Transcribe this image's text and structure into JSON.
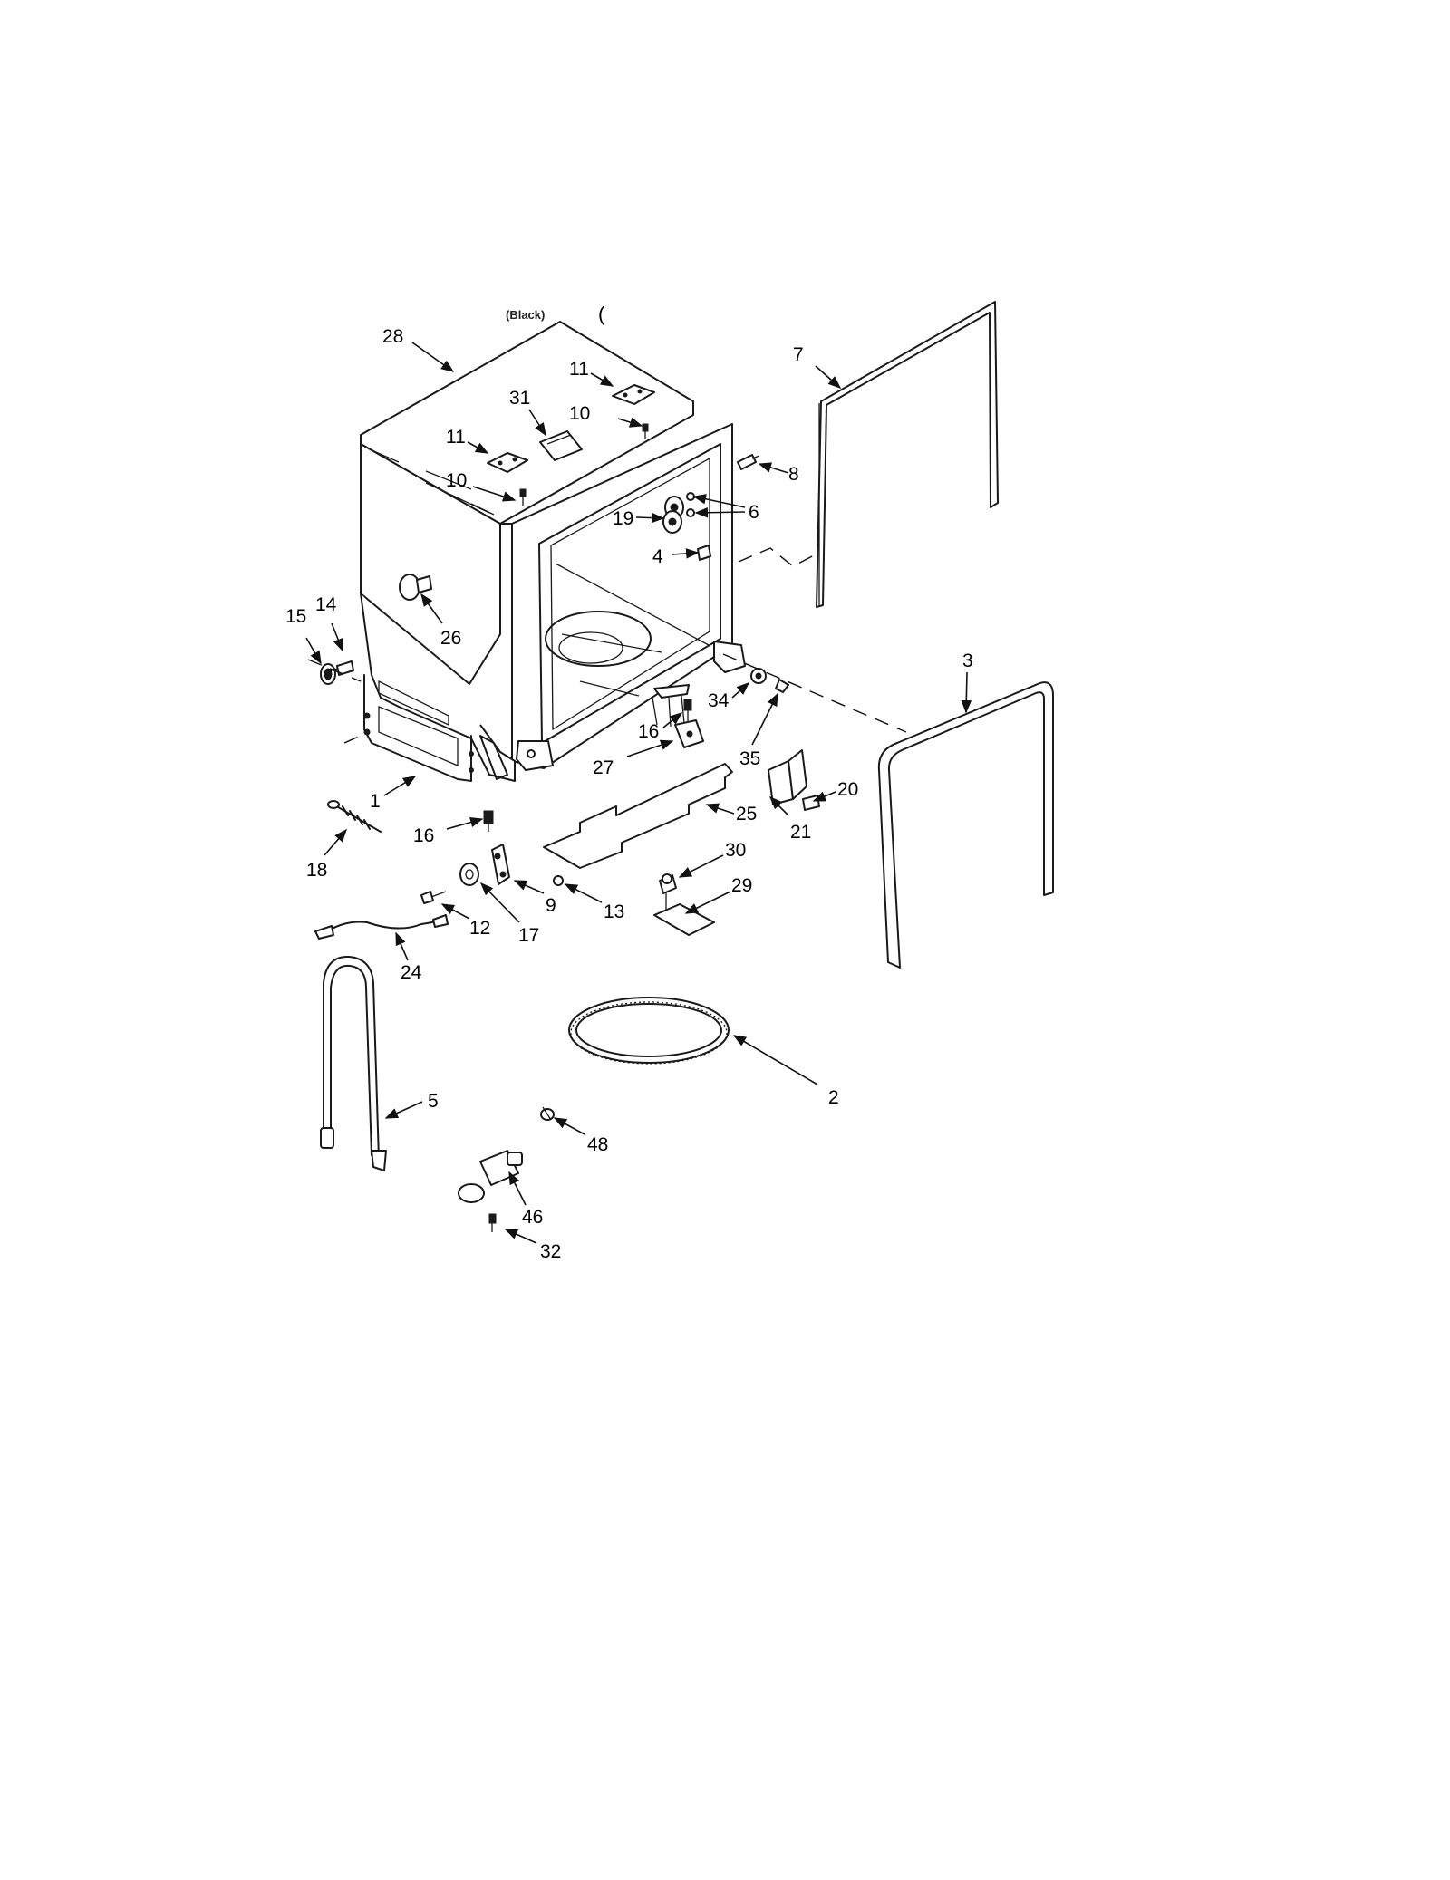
{
  "header_fragment": "(Black)",
  "header_mark": "(",
  "callouts": {
    "c28": "28",
    "c7": "7",
    "c11a": "11",
    "c31": "31",
    "c10a": "10",
    "c11b": "11",
    "c10b": "10",
    "c8": "8",
    "c6": "6",
    "c19": "19",
    "c4": "4",
    "c15": "15",
    "c14": "14",
    "c26": "26",
    "c3": "3",
    "c16a": "16",
    "c34": "34",
    "c35": "35",
    "c27": "27",
    "c20": "20",
    "c1": "1",
    "c21": "21",
    "c25": "25",
    "c16b": "16",
    "c18": "18",
    "c30": "30",
    "c9": "9",
    "c13": "13",
    "c29": "29",
    "c12": "12",
    "c17": "17",
    "c24": "24",
    "c2": "2",
    "c5": "5",
    "c48": "48",
    "c46": "46",
    "c32": "32"
  }
}
